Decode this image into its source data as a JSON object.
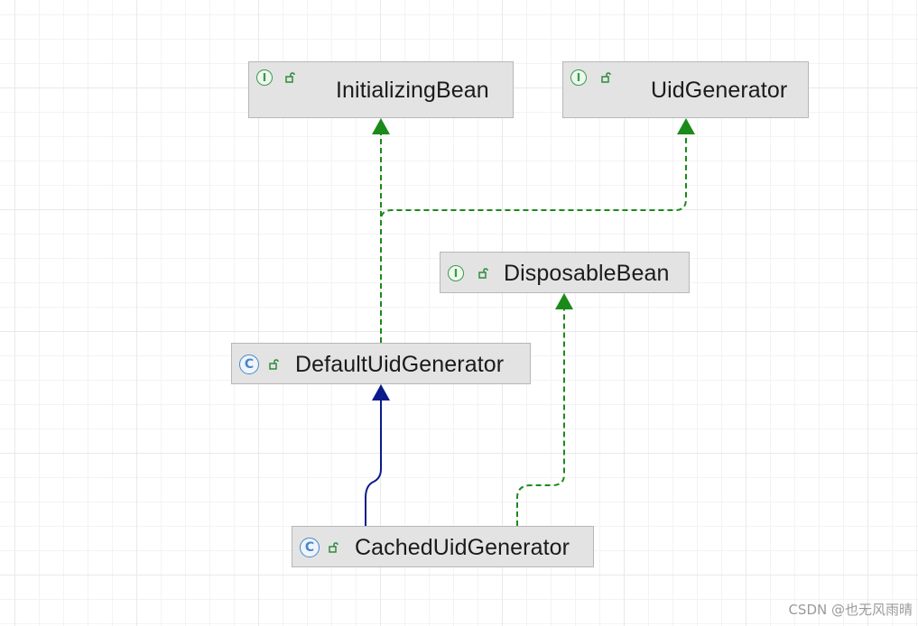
{
  "diagram": {
    "nodes": [
      {
        "id": "initializing-bean",
        "label": "InitializingBean",
        "kind": "interface",
        "kind_glyph": "I",
        "icon": "interface-icon"
      },
      {
        "id": "uid-generator",
        "label": "UidGenerator",
        "kind": "interface",
        "kind_glyph": "I",
        "icon": "interface-icon"
      },
      {
        "id": "disposable-bean",
        "label": "DisposableBean",
        "kind": "interface",
        "kind_glyph": "I",
        "icon": "interface-icon"
      },
      {
        "id": "default-uid-generator",
        "label": "DefaultUidGenerator",
        "kind": "class",
        "kind_glyph": "C",
        "icon": "class-icon"
      },
      {
        "id": "cached-uid-generator",
        "label": "CachedUidGenerator",
        "kind": "class",
        "kind_glyph": "C",
        "icon": "class-icon"
      }
    ],
    "edges": [
      {
        "from": "default-uid-generator",
        "to": "initializing-bean",
        "type": "implements"
      },
      {
        "from": "default-uid-generator",
        "to": "uid-generator",
        "type": "implements"
      },
      {
        "from": "cached-uid-generator",
        "to": "default-uid-generator",
        "type": "extends"
      },
      {
        "from": "cached-uid-generator",
        "to": "disposable-bean",
        "type": "implements"
      }
    ],
    "colors": {
      "implements": "#1a8a1a",
      "extends": "#0a1a8a",
      "node_background": "#e3e3e3",
      "node_border": "#b7b7b7"
    }
  },
  "watermark": "CSDN @也无风雨晴"
}
